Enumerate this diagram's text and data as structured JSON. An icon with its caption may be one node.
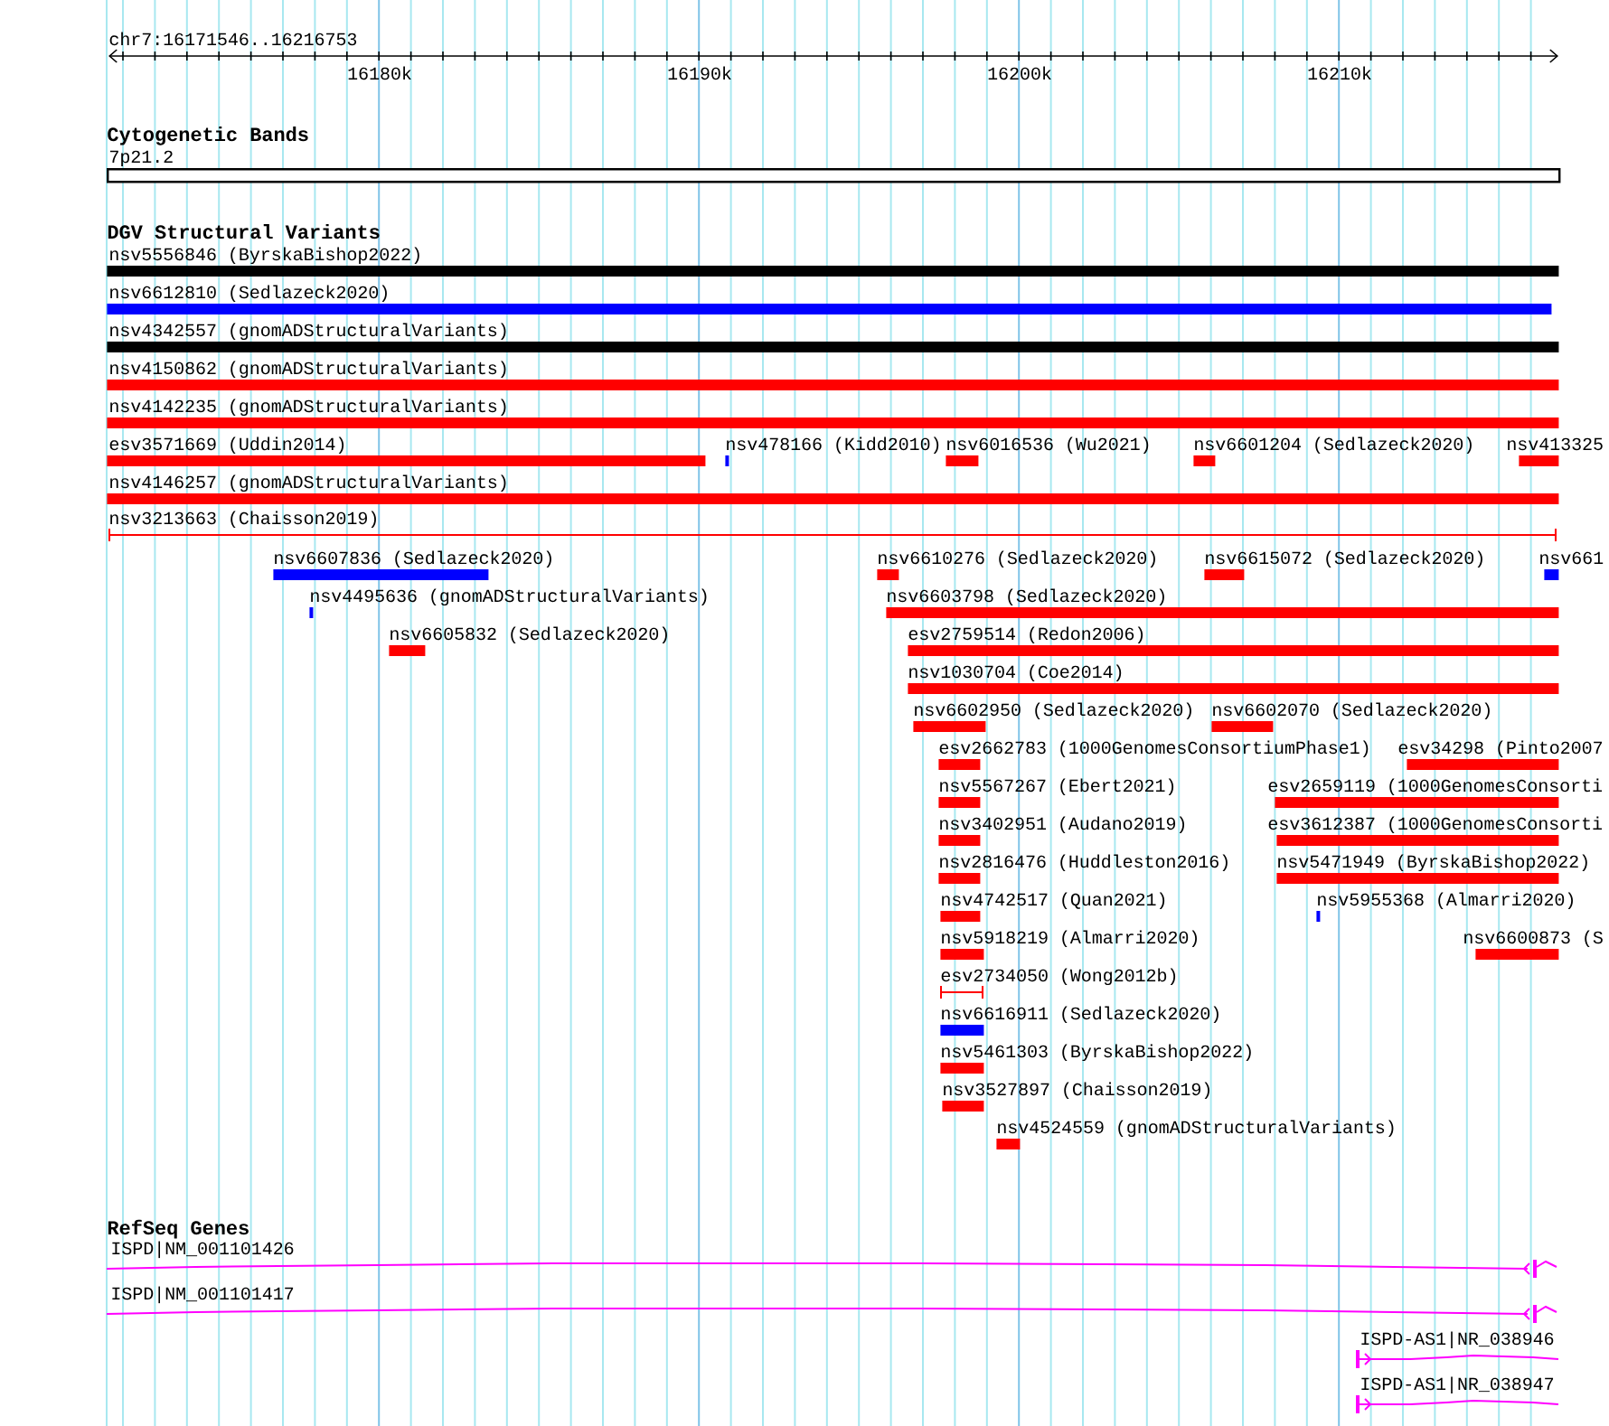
{
  "diagram": {
    "nodes": [
      {
        "text": [],
        "shape": "box",
        "beside": [
          "7p21.2"
        ]
      },
      {
        "text": [],
        "shape": "bar",
        "beside": [
          "nsv5556846 (ByrskaBishop2022)"
        ]
      },
      {
        "text": [],
        "shape": "bar",
        "beside": [
          "nsv6612810 (Sedlazeck2020)"
        ]
      },
      {
        "text": [],
        "shape": "bar",
        "beside": [
          "nsv4342557 (gnomADStructuralVariants)"
        ]
      },
      {
        "text": [],
        "shape": "bar",
        "beside": [
          "nsv4150862 (gnomADStructuralVariants)"
        ]
      },
      {
        "text": [],
        "shape": "bar",
        "beside": [
          "nsv4142235 (gnomADStructuralVariants)"
        ]
      },
      {
        "text": [],
        "shape": "bar",
        "beside": [
          "esv3571669 (Uddin2014)"
        ]
      },
      {
        "text": [],
        "shape": "bar",
        "beside": [
          "nsv478166 (Kidd2010)"
        ]
      },
      {
        "text": [],
        "shape": "bar",
        "beside": [
          "nsv6016536 (Wu2021)"
        ]
      },
      {
        "text": [],
        "shape": "bar",
        "beside": [
          "nsv6601204 (Sedlazeck2020)"
        ]
      },
      {
        "text": [],
        "shape": "bar",
        "beside": [
          "nsv413325"
        ]
      },
      {
        "text": [],
        "shape": "bar",
        "beside": [
          "nsv4146257 (gnomADStructuralVariants)"
        ]
      },
      {
        "text": [],
        "shape": "line",
        "beside": [
          "nsv3213663 (Chaisson2019)"
        ]
      },
      {
        "text": [],
        "shape": "bar",
        "beside": [
          "nsv6607836 (Sedlazeck2020)"
        ]
      },
      {
        "text": [],
        "shape": "bar",
        "beside": [
          "nsv6610276 (Sedlazeck2020)"
        ]
      },
      {
        "text": [],
        "shape": "bar",
        "beside": [
          "nsv6615072 (Sedlazeck2020)"
        ]
      },
      {
        "text": [],
        "shape": "bar",
        "beside": [
          "nsv661"
        ]
      },
      {
        "text": [],
        "shape": "bar",
        "beside": [
          "nsv4495636 (gnomADStructuralVariants)"
        ]
      },
      {
        "text": [],
        "shape": "bar",
        "beside": [
          "nsv6603798 (Sedlazeck2020)"
        ]
      },
      {
        "text": [],
        "shape": "bar",
        "beside": [
          "nsv6605832 (Sedlazeck2020)"
        ]
      },
      {
        "text": [],
        "shape": "bar",
        "beside": [
          "esv2759514 (Redon2006)"
        ]
      },
      {
        "text": [],
        "shape": "bar",
        "beside": [
          "nsv1030704 (Coe2014)"
        ]
      },
      {
        "text": [],
        "shape": "bar",
        "beside": [
          "nsv6602950 (Sedlazeck2020)"
        ]
      },
      {
        "text": [],
        "shape": "bar",
        "beside": [
          "nsv6602070 (Sedlazeck2020)"
        ]
      },
      {
        "text": [],
        "shape": "bar",
        "beside": [
          "esv2662783 (1000GenomesConsortiumPhase1)"
        ]
      },
      {
        "text": [],
        "shape": "bar",
        "beside": [
          "esv34298 (Pinto2007"
        ]
      },
      {
        "text": [],
        "shape": "bar",
        "beside": [
          "nsv5567267 (Ebert2021)"
        ]
      },
      {
        "text": [],
        "shape": "bar",
        "beside": [
          "esv2659119 (1000GenomesConsorti"
        ]
      },
      {
        "text": [],
        "shape": "bar",
        "beside": [
          "nsv3402951 (Audano2019)"
        ]
      },
      {
        "text": [],
        "shape": "bar",
        "beside": [
          "esv3612387 (1000GenomesConsorti"
        ]
      },
      {
        "text": [],
        "shape": "bar",
        "beside": [
          "nsv2816476 (Huddleston2016)"
        ]
      },
      {
        "text": [],
        "shape": "bar",
        "beside": [
          "nsv5471949 (ByrskaBishop2022)"
        ]
      },
      {
        "text": [],
        "shape": "bar",
        "beside": [
          "nsv4742517 (Quan2021)"
        ]
      },
      {
        "text": [],
        "shape": "bar",
        "beside": [
          "nsv5955368 (Almarri2020)"
        ]
      },
      {
        "text": [],
        "shape": "bar",
        "beside": [
          "nsv5918219 (Almarri2020)"
        ]
      },
      {
        "text": [],
        "shape": "bar",
        "beside": [
          "nsv6600873 (S"
        ]
      },
      {
        "text": [],
        "shape": "line",
        "beside": [
          "esv2734050 (Wong2012b)"
        ]
      },
      {
        "text": [],
        "shape": "bar",
        "beside": [
          "nsv6616911 (Sedlazeck2020)"
        ]
      },
      {
        "text": [],
        "shape": "bar",
        "beside": [
          "nsv5461303 (ByrskaBishop2022)"
        ]
      },
      {
        "text": [],
        "shape": "bar",
        "beside": [
          "nsv3527897 (Chaisson2019)"
        ]
      },
      {
        "text": [],
        "shape": "bar",
        "beside": [
          "nsv4524559 (gnomADStructuralVariants)"
        ]
      },
      {
        "text": [],
        "shape": "arrow",
        "beside": [
          "ISPD|NM_001101426"
        ]
      },
      {
        "text": [],
        "shape": "arrow",
        "beside": [
          "ISPD|NM_001101417"
        ]
      },
      {
        "text": [],
        "shape": "arrow",
        "beside": [
          "ISPD-AS1|NR_038946"
        ]
      },
      {
        "text": [],
        "shape": "arrow",
        "beside": [
          "ISPD-AS1|NR_038947"
        ]
      }
    ],
    "labels": [
      "chr7:16171546..16216753",
      "16180k",
      "16190k",
      "16200k",
      "16210k",
      "Cytogenetic Bands",
      "DGV Structural Variants",
      "RefSeq Genes"
    ]
  }
}
